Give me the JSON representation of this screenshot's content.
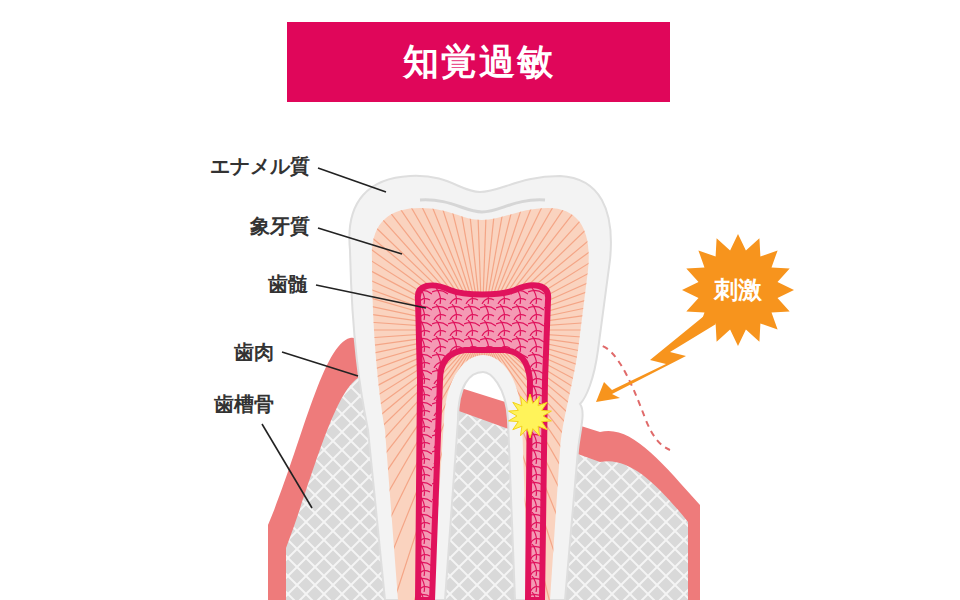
{
  "diagram": {
    "title": "知覚過敏",
    "nodes": [
      {
        "text": [
          "刺激"
        ]
      }
    ],
    "labels": [
      "エナメル質",
      "象牙質",
      "歯髄",
      "歯肉",
      "歯槽骨"
    ]
  }
}
